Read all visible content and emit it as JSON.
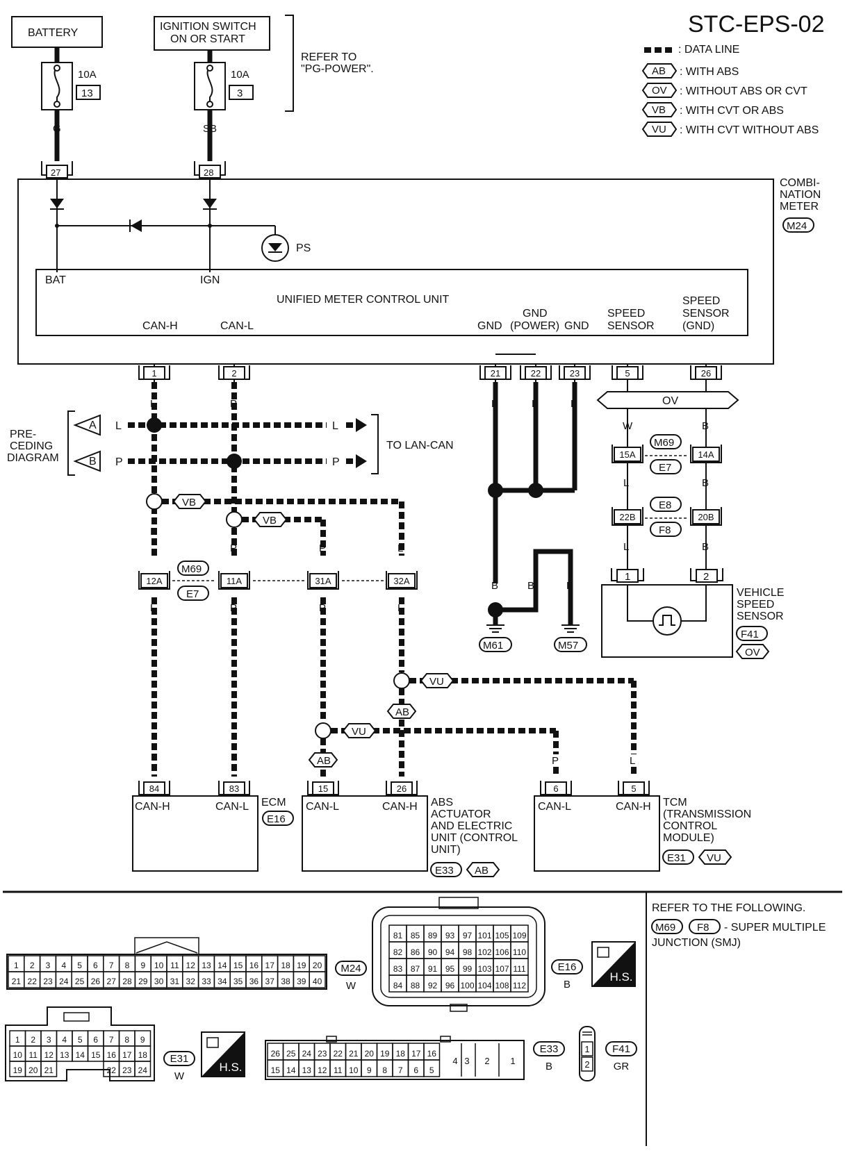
{
  "diagram_id": "STC-EPS-02",
  "legend": {
    "data_line": ": DATA LINE",
    "items": [
      {
        "tag": "AB",
        "text": ": WITH ABS"
      },
      {
        "tag": "OV",
        "text": ": WITHOUT ABS OR CVT"
      },
      {
        "tag": "VB",
        "text": ": WITH CVT OR ABS"
      },
      {
        "tag": "VU",
        "text": ": WITH CVT WITHOUT ABS"
      }
    ]
  },
  "power": {
    "battery": "BATTERY",
    "ignition_line1": "IGNITION SWITCH",
    "ignition_line2": "ON OR START",
    "refer_line1": "REFER TO",
    "refer_line2": "\"PG-POWER\".",
    "fuse1_amp": "10A",
    "fuse1_num": "13",
    "fuse2_amp": "10A",
    "fuse2_num": "3",
    "wire_g": "G",
    "wire_sb": "SB",
    "pin27": "27",
    "pin28": "28"
  },
  "meter": {
    "label_line1": "COMBI-",
    "label_line2": "NATION",
    "label_line3": "METER",
    "conn": "M24",
    "ps": "PS",
    "bat": "BAT",
    "ign": "IGN",
    "unit_title": "UNIFIED METER CONTROL UNIT",
    "can_h": "CAN-H",
    "can_l": "CAN-L",
    "gnd": "GND",
    "gnd_power_line1": "GND",
    "gnd_power_line2": "(POWER)",
    "gnd2": "GND",
    "speed_sensor_line1": "SPEED",
    "speed_sensor_line2": "SENSOR",
    "speed_gnd_line1": "SPEED",
    "speed_gnd_line2": "SENSOR",
    "speed_gnd_line3": "(GND)",
    "pins": [
      "1",
      "2",
      "21",
      "22",
      "23",
      "5",
      "26"
    ]
  },
  "wires": {
    "l": "L",
    "p": "P",
    "b": "B",
    "w": "W",
    "ov": "OV",
    "vb": "VB",
    "vu": "VU",
    "ab": "AB"
  },
  "preceding": {
    "line1": "PRE-",
    "line2": "CEDING",
    "line3": "DIAGRAM",
    "a": "A",
    "b": "B",
    "to_lan": "TO LAN-CAN"
  },
  "joints": {
    "m69": "M69",
    "e7": "E7",
    "e8": "E8",
    "f8": "F8",
    "c12a": "12A",
    "c11a": "11A",
    "c31a": "31A",
    "c32a": "32A",
    "c15a": "15A",
    "c14a": "14A",
    "c22b": "22B",
    "c20b": "20B"
  },
  "grounds": {
    "m61": "M61",
    "m57": "M57"
  },
  "vss": {
    "line1": "VEHICLE",
    "line2": "SPEED",
    "line3": "SENSOR",
    "conn": "F41",
    "pin1": "1",
    "pin2": "2"
  },
  "ecm": {
    "name": "ECM",
    "conn": "E16",
    "pin84": "84",
    "pin83": "83",
    "can_h": "CAN-H",
    "can_l": "CAN-L"
  },
  "abs": {
    "line1": "ABS",
    "line2": "ACTUATOR",
    "line3": "AND ELECTRIC",
    "line4": "UNIT (CONTROL",
    "line5": "UNIT)",
    "conn": "E33",
    "pin15": "15",
    "pin26": "26",
    "can_l": "CAN-L",
    "can_h": "CAN-H"
  },
  "tcm": {
    "line1": "TCM",
    "line2": "(TRANSMISSION",
    "line3": "CONTROL",
    "line4": "MODULE)",
    "conn": "E31",
    "pin6": "6",
    "pin5": "5",
    "can_l": "CAN-L",
    "can_h": "CAN-H"
  },
  "refer_note": {
    "line1": "REFER TO THE FOLLOWING.",
    "line2_tail": "- SUPER MULTIPLE",
    "line3": "JUNCTION (SMJ)",
    "c1": "M69",
    "c2": "F8"
  },
  "connectors": {
    "m24": {
      "name": "M24",
      "color": "W",
      "row1": [
        "1",
        "2",
        "3",
        "4",
        "5",
        "6",
        "7",
        "8",
        "9",
        "10",
        "11",
        "12",
        "13",
        "14",
        "15",
        "16",
        "17",
        "18",
        "19",
        "20"
      ],
      "row2": [
        "21",
        "22",
        "23",
        "24",
        "25",
        "26",
        "27",
        "28",
        "29",
        "30",
        "31",
        "32",
        "33",
        "34",
        "35",
        "36",
        "37",
        "38",
        "39",
        "40"
      ]
    },
    "e16": {
      "name": "E16",
      "color": "B",
      "rows": [
        [
          "81",
          "85",
          "89",
          "93",
          "97",
          "101",
          "105",
          "109"
        ],
        [
          "82",
          "86",
          "90",
          "94",
          "98",
          "102",
          "106",
          "110"
        ],
        [
          "83",
          "87",
          "91",
          "95",
          "99",
          "103",
          "107",
          "111"
        ],
        [
          "84",
          "88",
          "92",
          "96",
          "100",
          "104",
          "108",
          "112"
        ]
      ]
    },
    "e31": {
      "name": "E31",
      "color": "W",
      "rows": [
        [
          "1",
          "2",
          "3",
          "4",
          "5",
          "6",
          "7",
          "8",
          "9"
        ],
        [
          "10",
          "11",
          "12",
          "13",
          "14",
          "15",
          "16",
          "17",
          "18"
        ],
        [
          "19",
          "20",
          "21",
          "",
          "",
          "",
          "22",
          "23",
          "24"
        ]
      ]
    },
    "e33": {
      "name": "E33",
      "color": "B",
      "row1": [
        "26",
        "25",
        "24",
        "23",
        "22",
        "21",
        "20",
        "19",
        "18",
        "17",
        "16"
      ],
      "row2": [
        "15",
        "14",
        "13",
        "12",
        "11",
        "10",
        "9",
        "8",
        "7",
        "6",
        "5"
      ],
      "right": [
        "4",
        "3",
        "2",
        "1"
      ]
    },
    "f41": {
      "name": "F41",
      "color": "GR",
      "pins": [
        "1",
        "2"
      ]
    },
    "hs": "H.S."
  }
}
